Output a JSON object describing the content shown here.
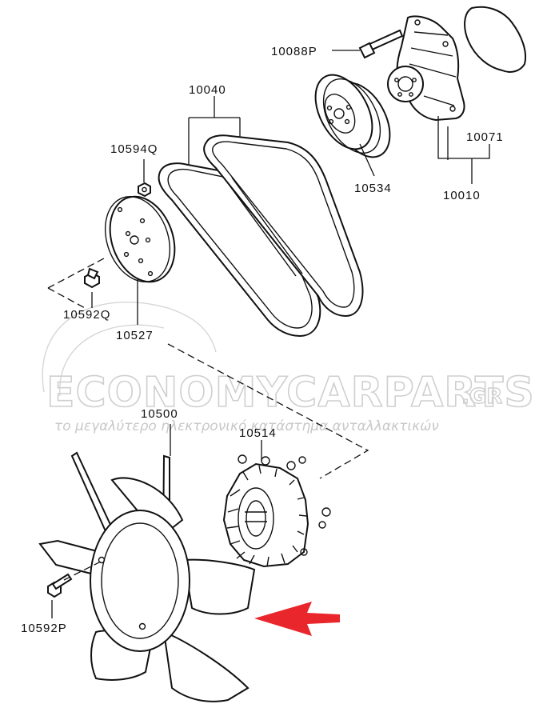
{
  "labels": {
    "p10088P": "10088P",
    "p10040": "10040",
    "p10594Q": "10594Q",
    "p10534": "10534",
    "p10071": "10071",
    "p10010": "10010",
    "p10592Q": "10592Q",
    "p10527": "10527",
    "p10500": "10500",
    "p10514": "10514",
    "p10592P": "10592P"
  },
  "watermark": {
    "brand": "ECONOMYCARPARTS",
    "domain": ".GR",
    "tagline": "το μεγαλύτερο ηλεκτρονικό κατάστημα ανταλλακτικών"
  },
  "colors": {
    "line": "#111111",
    "arrow": "#e8262b",
    "watermark": "#cfcfcf"
  },
  "icons": {
    "pointer": "red-arrow-icon"
  }
}
